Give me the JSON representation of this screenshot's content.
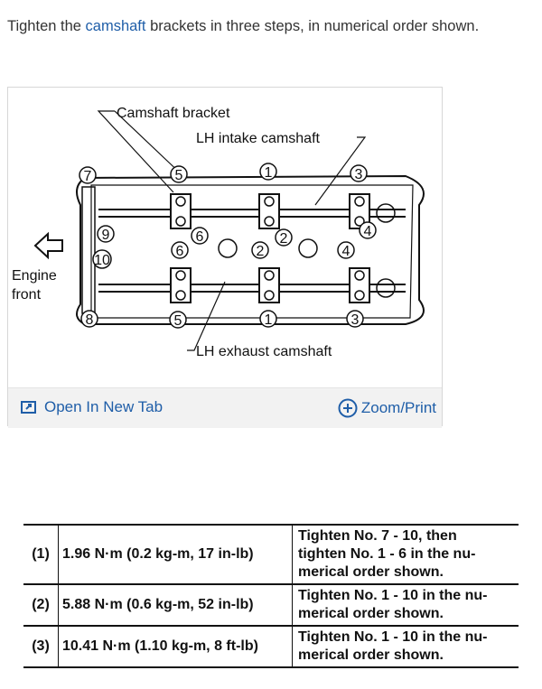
{
  "intro": {
    "before": "Tighten the ",
    "link": "camshaft",
    "after": " brackets in three steps, in numerical order shown."
  },
  "figure": {
    "labels": {
      "camshaft_bracket": "Camshaft bracket",
      "lh_intake": "LH intake camshaft",
      "lh_exhaust": "LH exhaust camshaft",
      "engine": "Engine",
      "front": "front"
    },
    "numbers": [
      "1",
      "2",
      "3",
      "4",
      "5",
      "6",
      "7",
      "8",
      "9",
      "10"
    ],
    "footer": {
      "open_new_tab": "Open In New Tab",
      "zoom_print": "Zoom/Print"
    }
  },
  "table": {
    "rows": [
      {
        "step": "(1)",
        "torque": "1.96 N·m (0.2 kg-m, 17 in-lb)",
        "instruction": [
          "Tighten No. 7 - 10, then",
          "tighten No. 1 - 6 in the nu-",
          "merical order shown."
        ]
      },
      {
        "step": "(2)",
        "torque": "5.88 N·m (0.6 kg-m, 52 in-lb)",
        "instruction": [
          "Tighten No. 1 - 10 in the nu-",
          "merical order shown."
        ]
      },
      {
        "step": "(3)",
        "torque": "10.41 N·m (1.10 kg-m, 8 ft-lb)",
        "instruction": [
          "Tighten No. 1 - 10 in the nu-",
          "merical order shown."
        ]
      }
    ]
  }
}
